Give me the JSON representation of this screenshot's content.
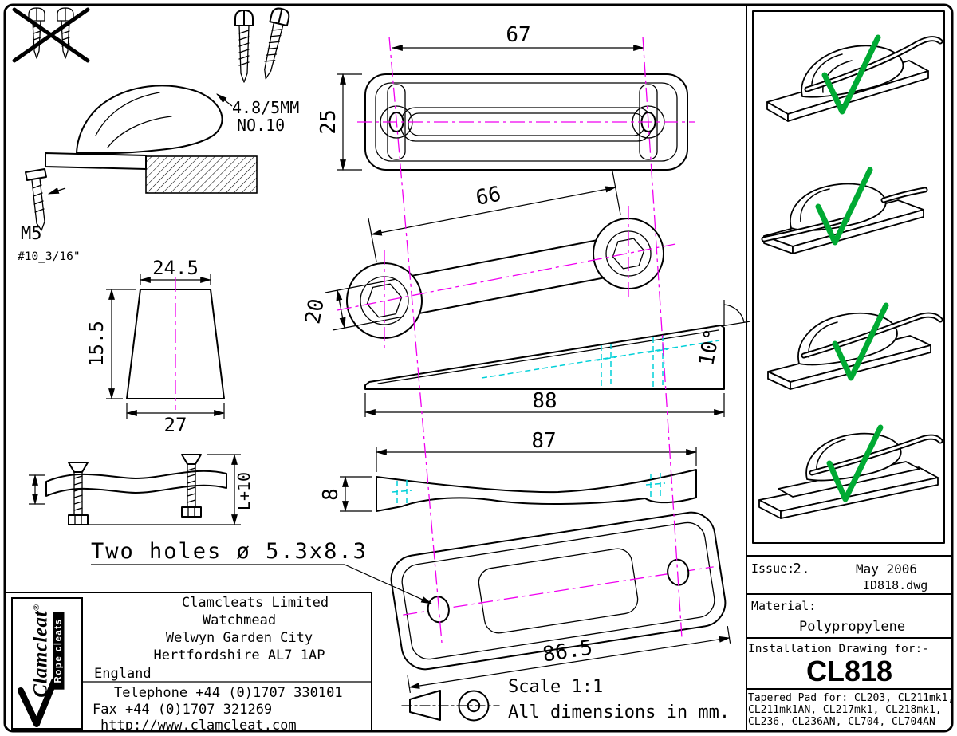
{
  "drawing": {
    "dims": {
      "top_width": "67",
      "top_height": "25",
      "insert_length": "66",
      "insert_width": "20",
      "wedge_length": "88",
      "wedge_angle": "10°",
      "profile_length": "87",
      "profile_thickness": "8",
      "base_length": "86.5",
      "front_top_width": "24.5",
      "front_height": "15.5",
      "front_bottom_width": "27",
      "screw_length": "L+10"
    },
    "labels": {
      "screw_spec": "4.8/5MM",
      "screw_no": "NO.10",
      "machine_screw": "M5",
      "imperial_screw": "#10_3/16\"",
      "holes_note": "Two holes ø 5.3x8.3",
      "scale": "Scale 1:1",
      "units_note": "All dimensions in mm."
    }
  },
  "title_block": {
    "issue_label": "Issue:",
    "issue_value": "2.",
    "issue_date": "May 2006",
    "file_name": "ID818.dwg",
    "material_label": "Material:",
    "material_value": "Polypropylene",
    "installation_label": "Installation Drawing for:-",
    "part_number": "CL818",
    "pad_for": [
      "Tapered Pad for: CL203, CL211mk1,",
      "CL211mk1AN, CL217mk1, CL218mk1,",
      "CL236, CL236AN, CL704, CL704AN"
    ]
  },
  "company": {
    "name": "Clamcleats Limited",
    "address_line1": "Watchmead",
    "address_line2": "Welwyn Garden City",
    "address_line3": "Hertfordshire AL7 1AP",
    "address_line4": "England",
    "telephone": "Telephone +44 (0)1707 330101",
    "fax": "Fax +44 (0)1707 321269",
    "website": "http://www.clamcleat.com"
  },
  "logo": {
    "brand": "Clamcleat",
    "registered_mark": "®",
    "tagline": "Rope cleats"
  },
  "colors": {
    "centerline_magenta": "#F000F0",
    "hidden_detail_cyan": "#00D0D8",
    "approved_check_green": "#00AA33",
    "line_black": "#000000"
  }
}
